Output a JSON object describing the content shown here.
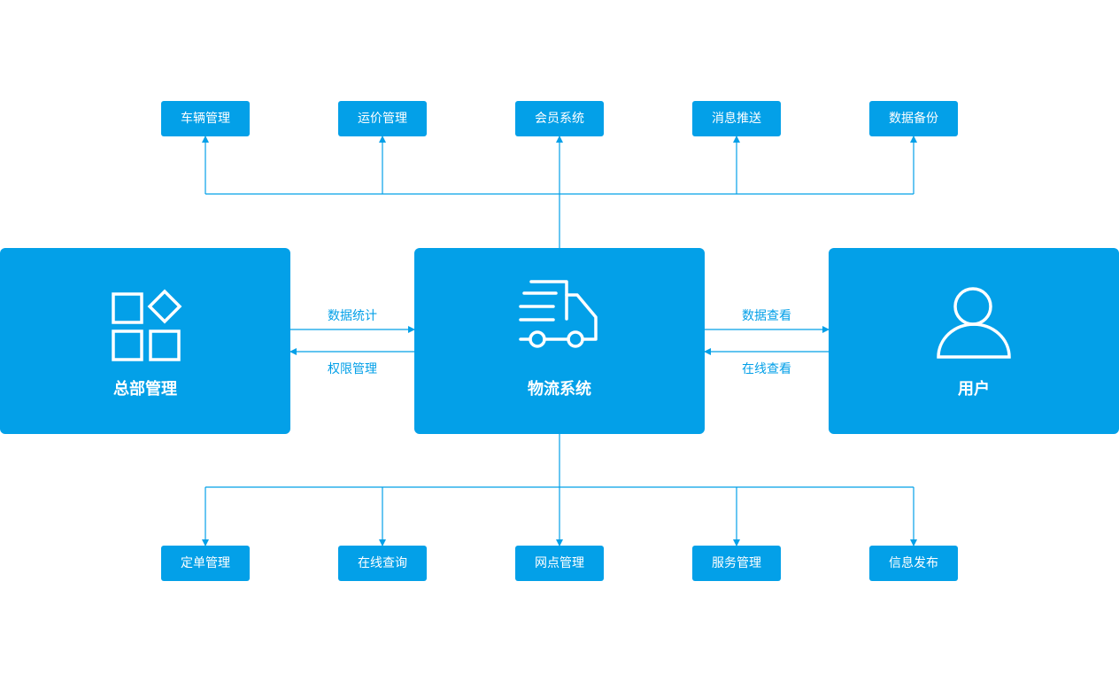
{
  "accent": "#03a0e8",
  "top_modules": [
    "车辆管理",
    "运价管理",
    "会员系统",
    "消息推送",
    "数据备份"
  ],
  "bottom_modules": [
    "定单管理",
    "在线查询",
    "网点管理",
    "服务管理",
    "信息发布"
  ],
  "nodes": {
    "hq": "总部管理",
    "system": "物流系统",
    "user": "用户"
  },
  "links": {
    "hq_to_system": "数据统计",
    "system_to_hq": "权限管理",
    "system_to_user": "数据查看",
    "user_to_system": "在线查看"
  }
}
